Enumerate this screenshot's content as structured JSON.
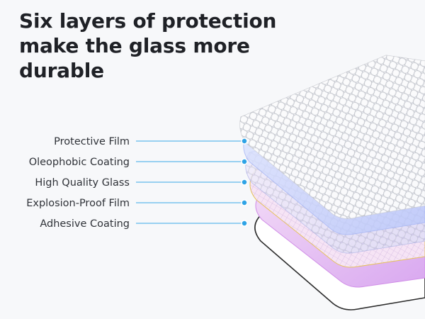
{
  "headline": {
    "line1": "Six layers of protection",
    "line2": "make the glass more",
    "line3": "durable"
  },
  "layers": [
    {
      "label": "Protective Film",
      "color": "#c9c9c9"
    },
    {
      "label": "Oleophobic Coating",
      "color": "#c7d2fb"
    },
    {
      "label": "High Quality Glass",
      "color": "#d9c7ef"
    },
    {
      "label": "Explosion-Proof Film",
      "color": "#f3c9e0"
    },
    {
      "label": "Adhesive Coating",
      "color": "#e6c5f3"
    }
  ],
  "colors": {
    "leader_line": "#39a9e8",
    "background": "#f7f8fa"
  }
}
